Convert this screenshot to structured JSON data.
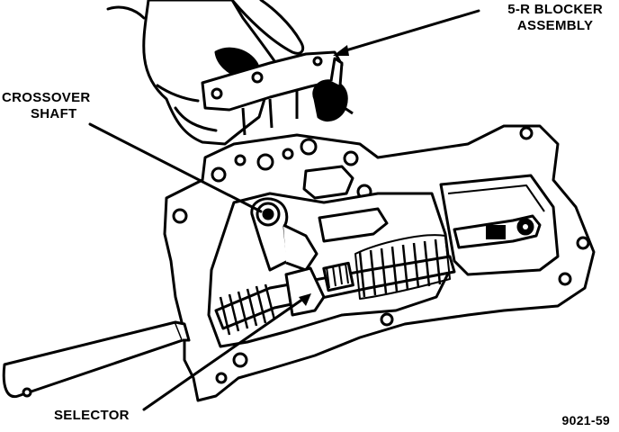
{
  "callouts": {
    "blocker_line1": "5-R BLOCKER",
    "blocker_line2": "ASSEMBLY",
    "crossover_line1": "CROSSOVER",
    "crossover_line2": "SHAFT",
    "selector": "SELECTOR"
  },
  "figure_number": "9021-59",
  "colors": {
    "ink": "#000000",
    "paper": "#ffffff"
  }
}
